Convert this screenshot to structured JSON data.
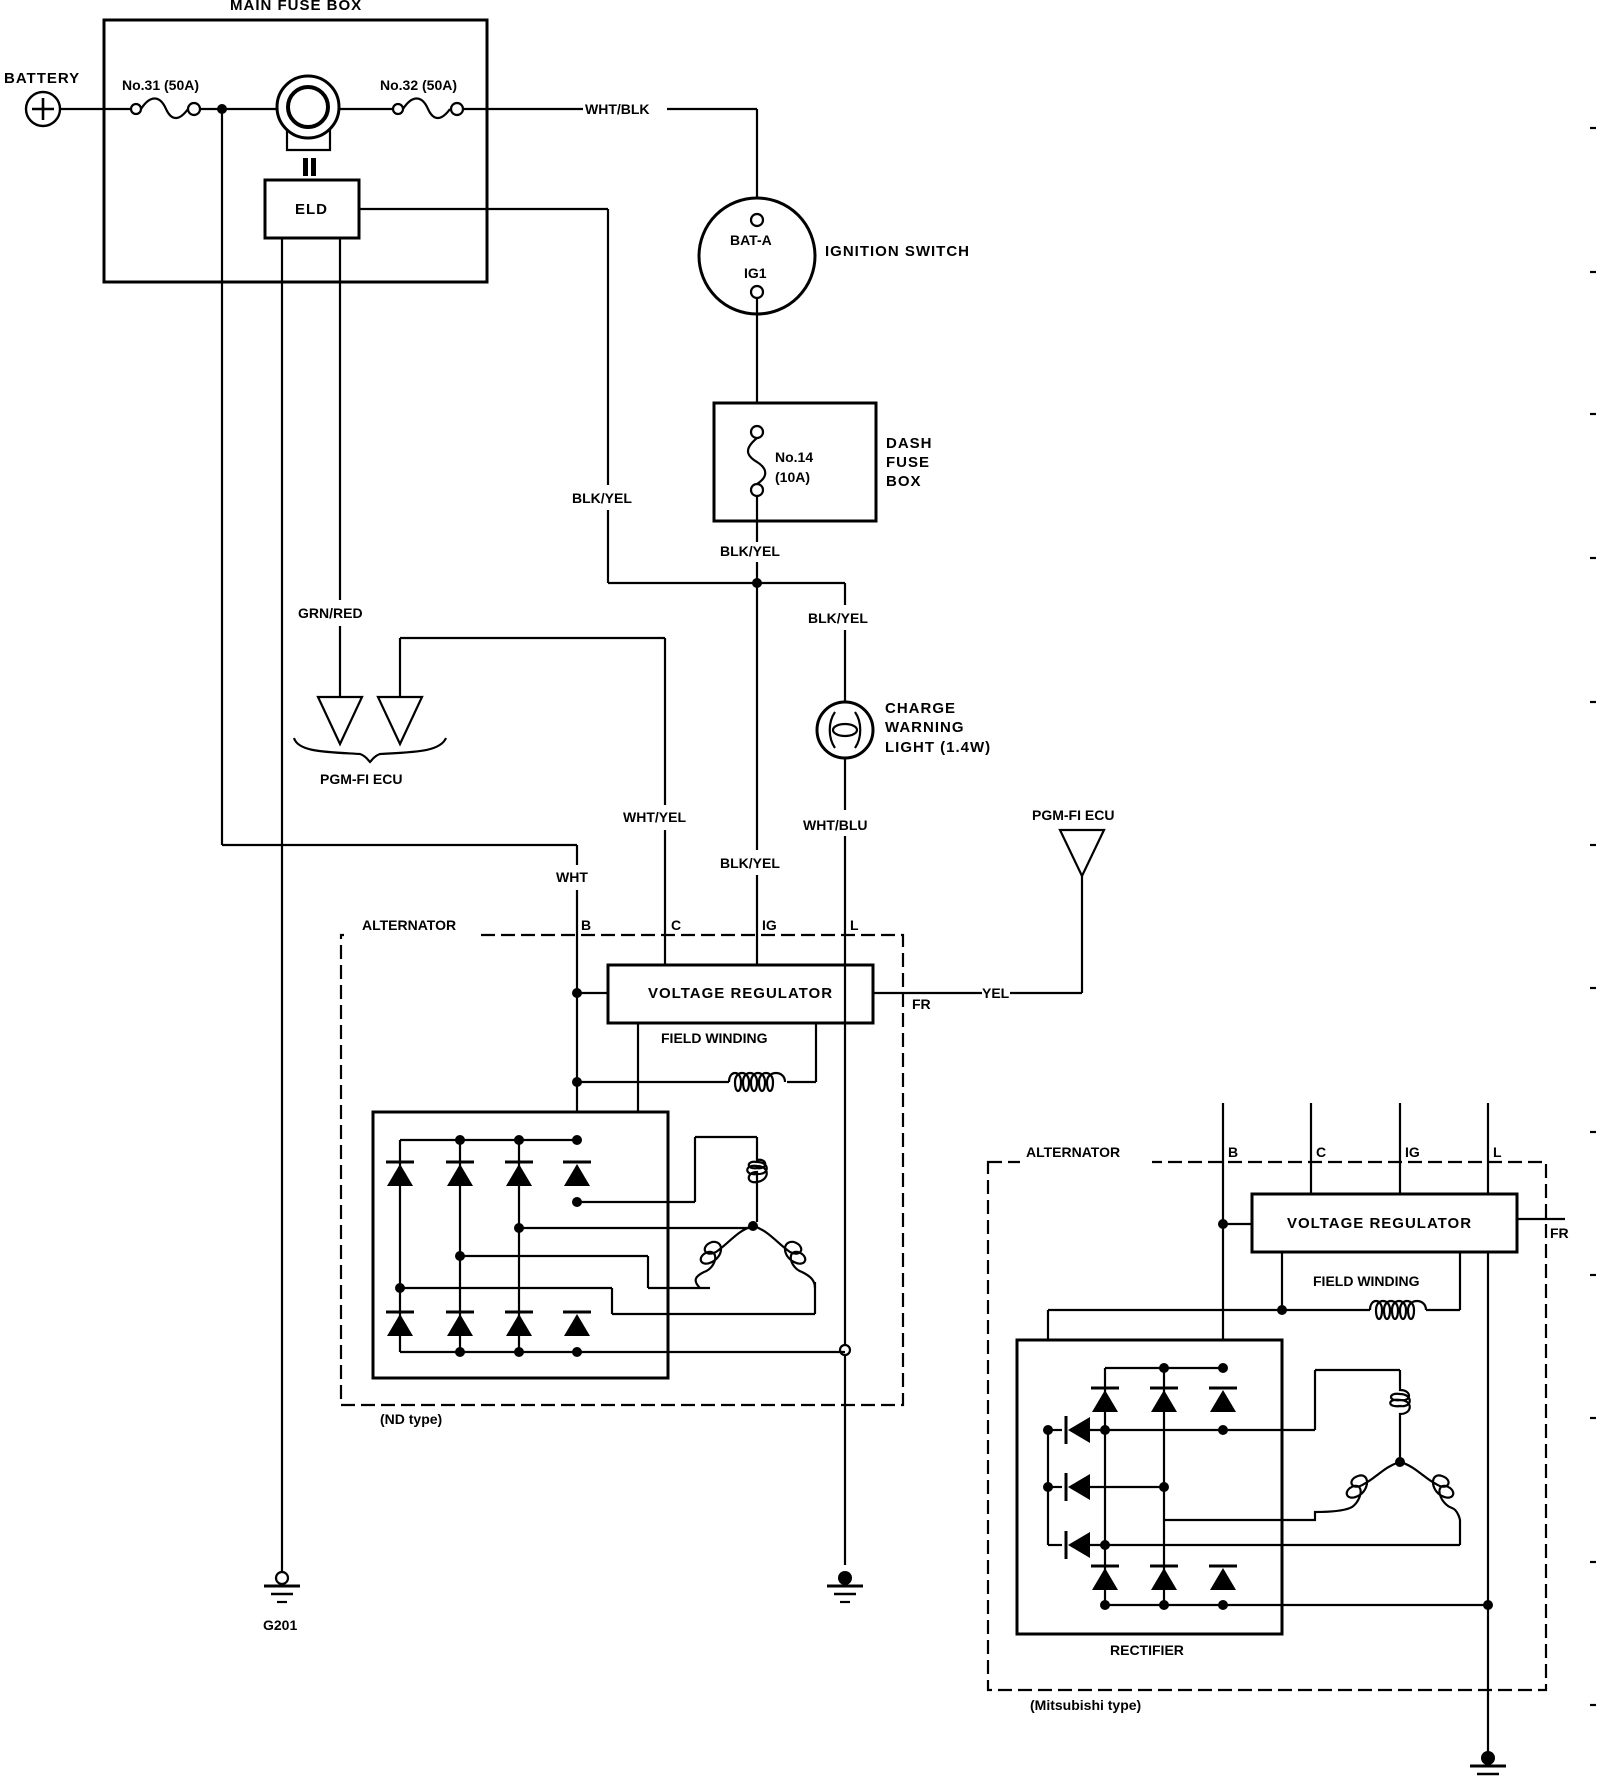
{
  "main_fuse_box": {
    "title": "MAIN FUSE BOX",
    "fuse_31": "No.31 (50A)",
    "fuse_32": "No.32 (50A)",
    "eld": "ELD"
  },
  "battery_label": "BATTERY",
  "ignition_switch": {
    "label": "IGNITION SWITCH",
    "bat_a": "BAT-A",
    "ig1": "IG1"
  },
  "dash_fuse_box": {
    "line1": "DASH",
    "line2": "FUSE",
    "line3": "BOX",
    "fuse_no": "No.14",
    "fuse_rating": "(10A)"
  },
  "charge_light": {
    "line1": "CHARGE",
    "line2": "WARNING",
    "line3": "LIGHT (1.4W)"
  },
  "wires": {
    "wht_blk": "WHT/BLK",
    "blk_yel_eld": "BLK/YEL",
    "blk_yel_dash": "BLK/YEL",
    "blk_yel_light": "BLK/YEL",
    "blk_yel_ig": "BLK/YEL",
    "grn_red": "GRN/RED",
    "wht_yel": "WHT/YEL",
    "wht_blu": "WHT/BLU",
    "wht": "WHT",
    "yel": "YEL"
  },
  "pgm_fi_ecu_1": "PGM-FI ECU",
  "pgm_fi_ecu_2": "PGM-FI ECU",
  "ground_label": "G201",
  "nd_alternator": {
    "title": "ALTERNATOR",
    "b": "B",
    "c": "C",
    "ig": "IG",
    "l": "L",
    "fr": "FR",
    "regulator": "VOLTAGE REGULATOR",
    "field_winding": "FIELD WINDING",
    "type": "(ND type)"
  },
  "mitsubishi_alternator": {
    "title": "ALTERNATOR",
    "b": "B",
    "c": "C",
    "ig": "IG",
    "l": "L",
    "fr": "FR",
    "regulator": "VOLTAGE REGULATOR",
    "field_winding": "FIELD WINDING",
    "rectifier": "RECTIFIER",
    "type": "(Mitsubishi type)"
  }
}
